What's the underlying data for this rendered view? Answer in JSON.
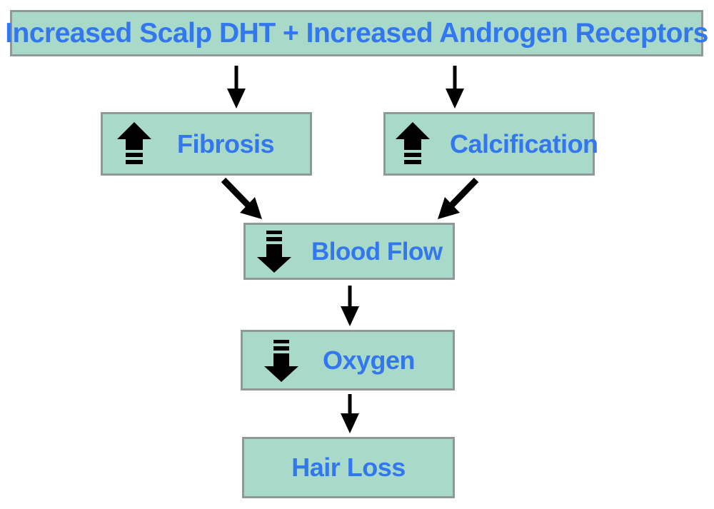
{
  "diagram": {
    "title": "Increased Scalp DHT + Increased Androgen Receptors",
    "theme": {
      "node_fill": "#a9d9c8",
      "node_border": "#8d9a99",
      "text_color": "#3377ee",
      "arrow_color": "#000000",
      "background": "#ffffff"
    },
    "nodes": [
      {
        "id": "title",
        "label": "Increased Scalp DHT + Increased Androgen Receptors",
        "icon": "none"
      },
      {
        "id": "fibrosis",
        "label": "Fibrosis",
        "icon": "up-arrow-dashed-tail-icon"
      },
      {
        "id": "calcification",
        "label": "Calcification",
        "icon": "up-arrow-dashed-tail-icon"
      },
      {
        "id": "bloodflow",
        "label": "Blood Flow",
        "icon": "down-arrow-dashed-tail-icon"
      },
      {
        "id": "oxygen",
        "label": "Oxygen",
        "icon": "down-arrow-dashed-tail-icon"
      },
      {
        "id": "hairloss",
        "label": "Hair Loss",
        "icon": "none"
      }
    ],
    "connectors": [
      {
        "id": "title-to-fibrosis",
        "from": "title",
        "to": "fibrosis",
        "direction": "down"
      },
      {
        "id": "title-to-calcification",
        "from": "title",
        "to": "calcification",
        "direction": "down"
      },
      {
        "id": "fibrosis-to-bloodflow",
        "from": "fibrosis",
        "to": "bloodflow",
        "direction": "down-right"
      },
      {
        "id": "calcification-to-bloodflow",
        "from": "calcification",
        "to": "bloodflow",
        "direction": "down-left"
      },
      {
        "id": "bloodflow-to-oxygen",
        "from": "bloodflow",
        "to": "oxygen",
        "direction": "down"
      },
      {
        "id": "oxygen-to-hairloss",
        "from": "oxygen",
        "to": "hairloss",
        "direction": "down"
      }
    ]
  }
}
